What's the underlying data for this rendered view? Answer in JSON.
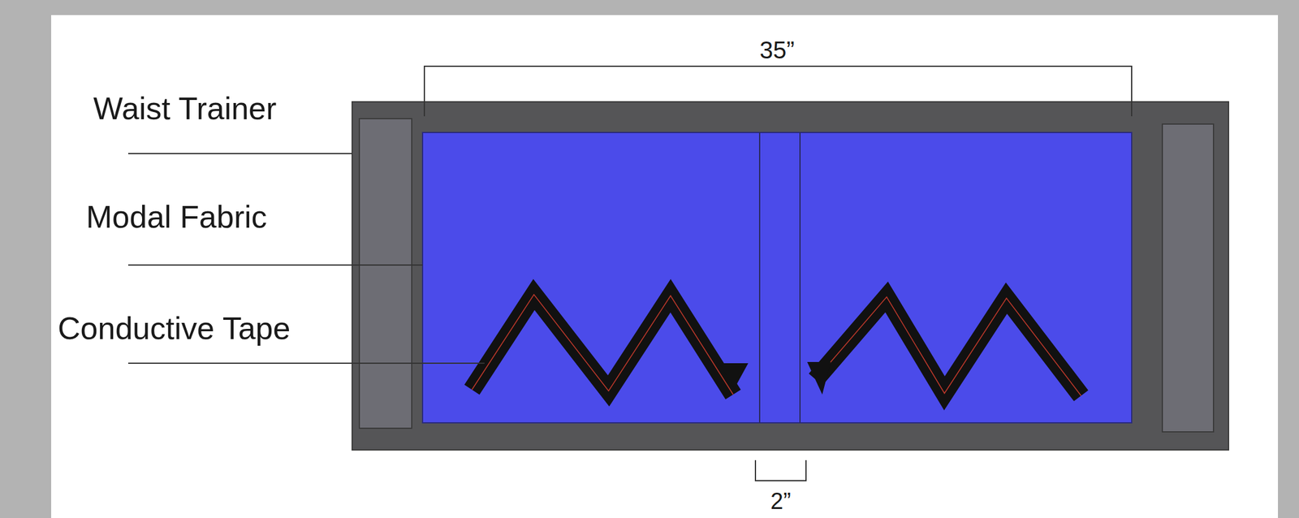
{
  "diagram": {
    "labels": [
      "35”",
      "Waist Trainer",
      "Modal Fabric",
      "Conductive Tape",
      "2”"
    ]
  }
}
